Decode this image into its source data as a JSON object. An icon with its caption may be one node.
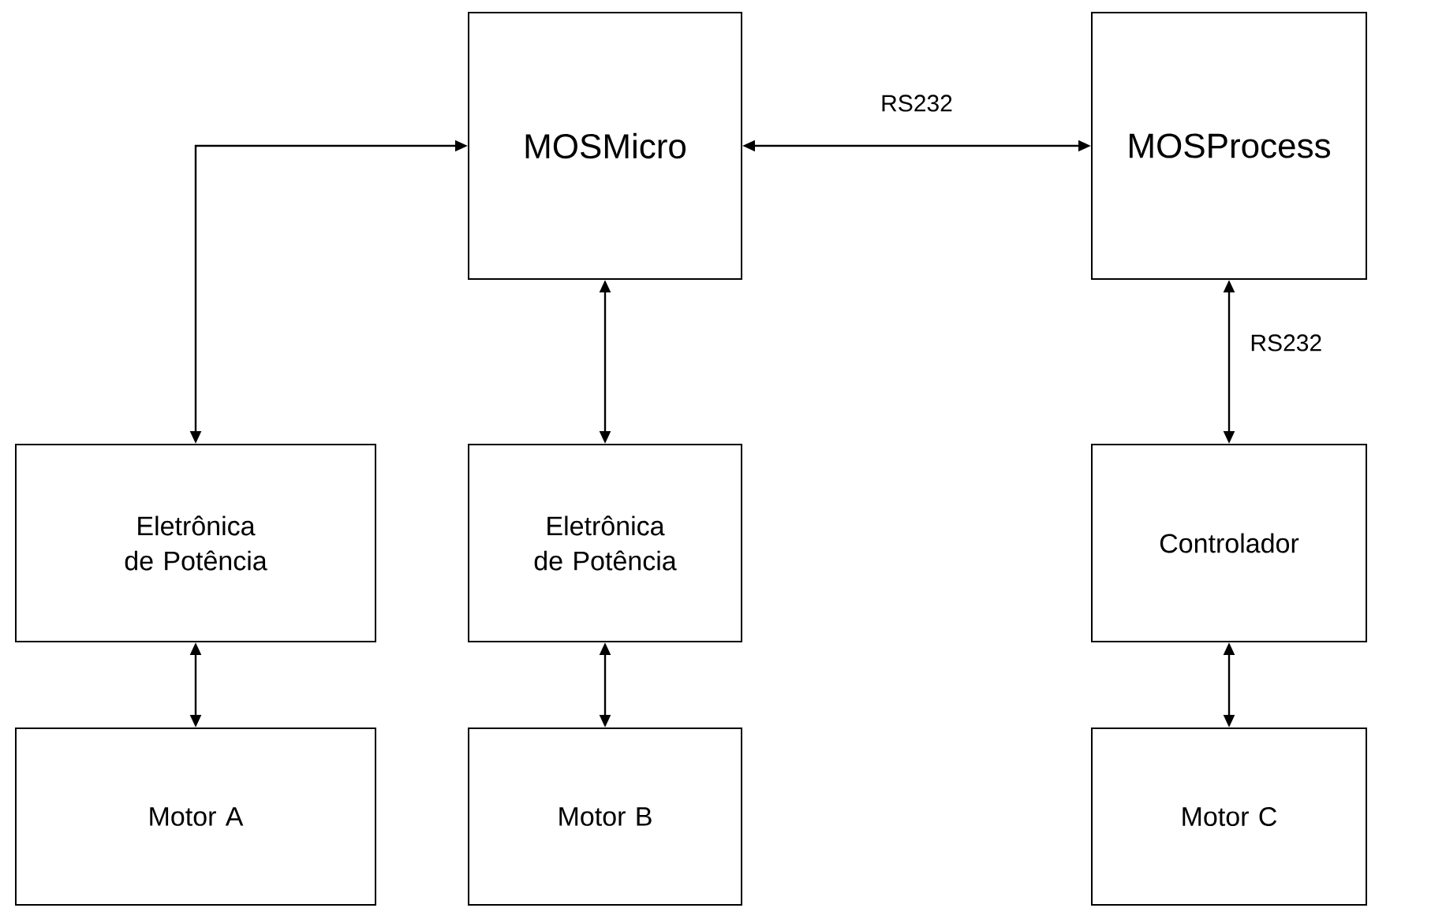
{
  "diagram": {
    "nodes": [
      {
        "text": [
          "MOSMicro"
        ]
      },
      {
        "text": [
          "MOSProcess"
        ]
      },
      {
        "text": [
          "Eletrônica de Potência"
        ]
      },
      {
        "text": [
          "Eletrônica de Potência"
        ]
      },
      {
        "text": [
          "Controlador"
        ]
      },
      {
        "text": [
          "Motor A"
        ]
      },
      {
        "text": [
          "Motor B"
        ]
      },
      {
        "text": [
          "Motor C"
        ]
      }
    ],
    "edges": [
      {
        "from": 0,
        "to": 2,
        "arrow": "both"
      },
      {
        "from": 0,
        "to": 1,
        "arrow": "both",
        "label": "RS232"
      },
      {
        "from": 0,
        "to": 3,
        "arrow": "both"
      },
      {
        "from": 1,
        "to": 4,
        "arrow": "both",
        "label": "RS232"
      },
      {
        "from": 2,
        "to": 5,
        "arrow": "both"
      },
      {
        "from": 3,
        "to": 6,
        "arrow": "both"
      },
      {
        "from": 4,
        "to": 7,
        "arrow": "both"
      }
    ]
  }
}
